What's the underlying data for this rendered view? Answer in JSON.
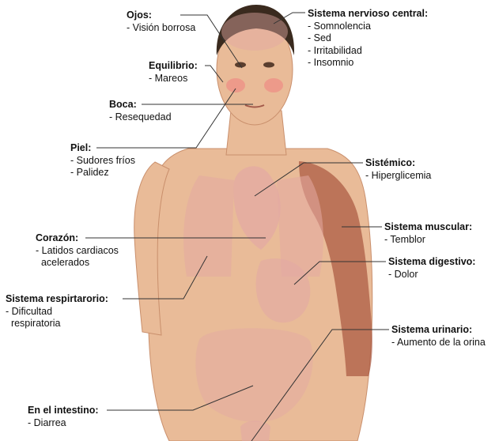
{
  "colors": {
    "skin": "#e9bb98",
    "skin_shadow": "#c98f6c",
    "hair": "#3a2a1e",
    "organ": "#e3a9a3",
    "muscle": "#a8553e",
    "leader": "#333333",
    "text": "#111111"
  },
  "labels": [
    {
      "id": "ojos",
      "title": "Ojos:",
      "items": [
        "- Visión borrosa"
      ]
    },
    {
      "id": "equilibrio",
      "title": "Equilibrio:",
      "items": [
        "- Mareos"
      ]
    },
    {
      "id": "boca",
      "title": "Boca:",
      "items": [
        "- Resequedad"
      ]
    },
    {
      "id": "piel",
      "title": "Piel:",
      "items": [
        "- Sudores fríos",
        "- Palidez"
      ]
    },
    {
      "id": "corazon",
      "title": "Corazón:",
      "items": [
        "- Latidos cardiacos",
        "  acelerados"
      ]
    },
    {
      "id": "respiratorio",
      "title": "Sistema respirtarorio:",
      "items": [
        "- Dificultad",
        "  respiratoria"
      ]
    },
    {
      "id": "intestino",
      "title": "En el intestino:",
      "items": [
        "- Diarrea"
      ]
    },
    {
      "id": "nervioso",
      "title": "Sistema nervioso central:",
      "items": [
        "- Somnolencia",
        "- Sed",
        "- Irritabilidad",
        "- Insomnio"
      ]
    },
    {
      "id": "sistemico",
      "title": "Sistémico:",
      "items": [
        "- Hiperglicemia"
      ]
    },
    {
      "id": "muscular",
      "title": "Sistema muscular:",
      "items": [
        "- Temblor"
      ]
    },
    {
      "id": "digestivo",
      "title": "Sistema digestivo:",
      "items": [
        "- Dolor"
      ]
    },
    {
      "id": "urinario",
      "title": "Sistema urinario:",
      "items": [
        "- Aumento de la orina"
      ]
    }
  ]
}
